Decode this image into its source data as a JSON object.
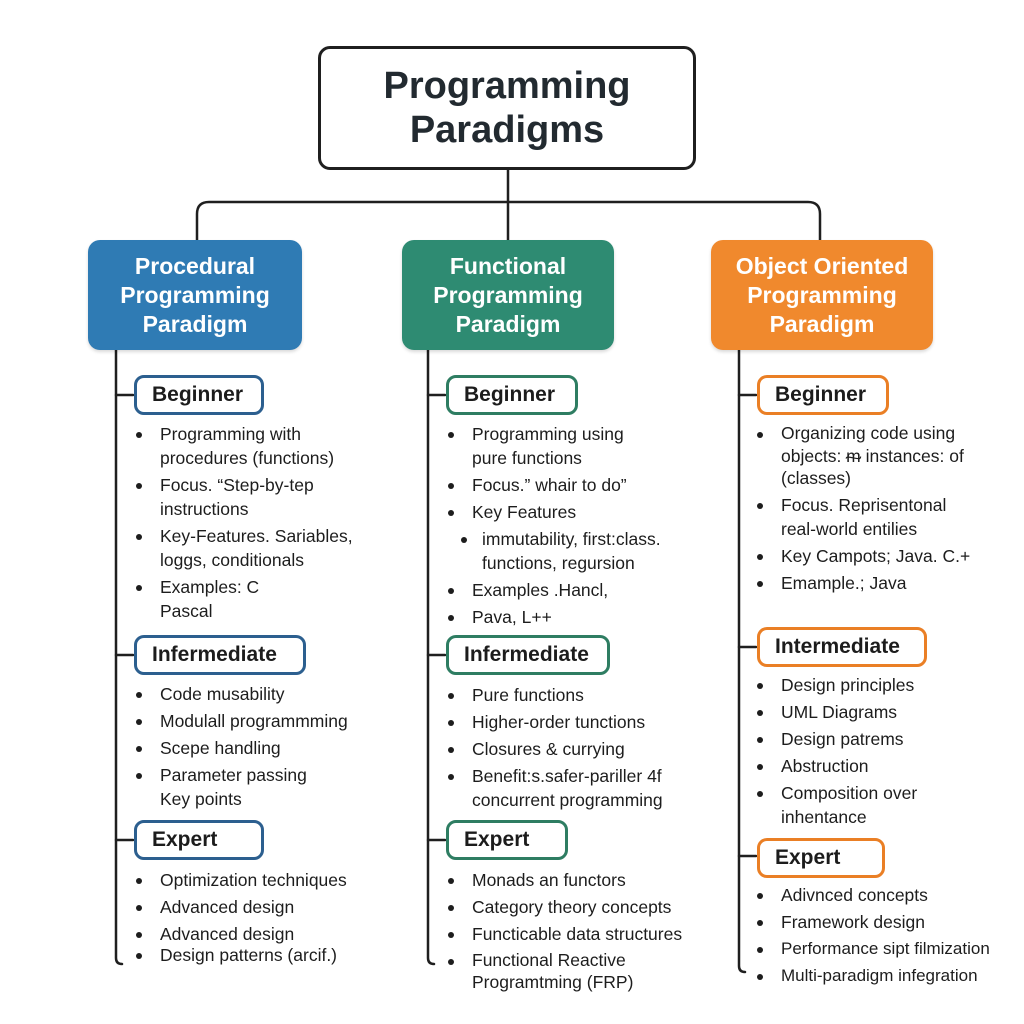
{
  "title": "Programming\nParadigms",
  "colors": {
    "procedural": "#2f7bb4",
    "functional": "#2e8b72",
    "object_oriented": "#f0892d",
    "line": "#1f1f1f"
  },
  "columns": [
    {
      "heading": "Procedural\nProgramming\nParadigm",
      "levels": [
        {
          "label": "Beginner",
          "items": [
            {
              "text": "Programming with\nprocedures (functions)"
            },
            {
              "text": "Focus. “Step-by-tep\ninstructions"
            },
            {
              "text": "Key-Features. Sariables,\nloggs, conditionals"
            },
            {
              "text": "Examples: C\nPascal"
            }
          ]
        },
        {
          "label": "Infermediate",
          "items": [
            {
              "text": "Code musability"
            },
            {
              "text": "Modulall programmming"
            },
            {
              "text": "Scepe handling"
            },
            {
              "text": "Parameter passing\nKey points"
            }
          ]
        },
        {
          "label": "Expert",
          "items": [
            {
              "text": "Optimization techniques"
            },
            {
              "text": "Advanced design"
            },
            {
              "text": "Advanced design"
            },
            {
              "text": "Design patterns (arcif.)"
            }
          ]
        }
      ]
    },
    {
      "heading": "Functional\nProgramming\nParadigm",
      "levels": [
        {
          "label": "Beginner",
          "items": [
            {
              "text": "Programming using\npure functions"
            },
            {
              "text": "Focus.” whair  to do”"
            },
            {
              "text": "Key Features"
            },
            {
              "text": "immutability, first:class.\nfunctions, regursion",
              "sub": true
            },
            {
              "text": "Examples .Hancl,"
            },
            {
              "text": "Pava, L++"
            }
          ]
        },
        {
          "label": "Infermediate",
          "items": [
            {
              "text": "Pure functions"
            },
            {
              "text": "Higher-order tunctions"
            },
            {
              "text": "Closures & currying"
            },
            {
              "text": "Benefit:s.safer-pariller 4f\nconcurrent programming"
            }
          ]
        },
        {
          "label": "Expert",
          "items": [
            {
              "text": "Monads an functors"
            },
            {
              "text": "Category theory concepts"
            },
            {
              "text": "Functicable data structures"
            },
            {
              "text": "Functional Reactive\nProgramtming (FRP)"
            }
          ]
        }
      ]
    },
    {
      "heading": "Object Oriented\nProgramming\nParadigm",
      "levels": [
        {
          "label": "Beginner",
          "items": [
            {
              "text": "Organizing code using\nobjects: ᵯ instances: of\n(classes)"
            },
            {
              "text": "Focus. Reprisentonal\nreal-world entilies"
            },
            {
              "text": "Key Campots; Java. C.+"
            },
            {
              "text": "Emample.; Java"
            }
          ]
        },
        {
          "label": "Intermediate",
          "items": [
            {
              "text": "Design principles"
            },
            {
              "text": "UML Diagrams"
            },
            {
              "text": "Design patrems"
            },
            {
              "text": "Abstruction"
            },
            {
              "text": "Composition over\ninhentance"
            }
          ]
        },
        {
          "label": "Expert",
          "items": [
            {
              "text": "Adivnced concepts"
            },
            {
              "text": "Framework design"
            },
            {
              "text": "Performance sipt filmization"
            },
            {
              "text": "Multi-paradigm infegration"
            }
          ]
        }
      ]
    }
  ]
}
